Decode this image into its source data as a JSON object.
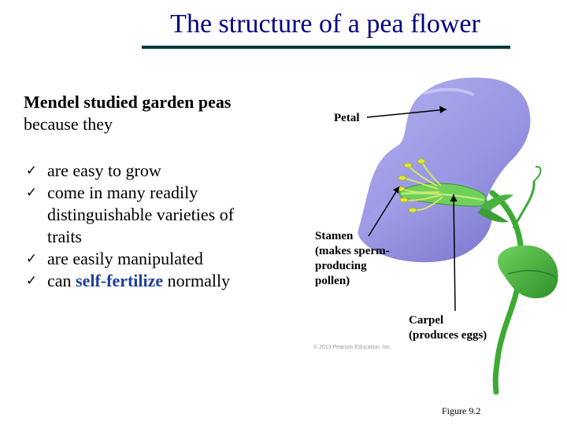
{
  "title": "The structure of a pea flower",
  "intro": {
    "bold": "Mendel studied garden peas",
    "tail": " because they"
  },
  "bullets": [
    {
      "check_icon": "check-icon",
      "text": "are easy to grow"
    },
    {
      "check_icon": "check-icon",
      "text": "come in many readily distinguishable varieties of traits"
    },
    {
      "check_icon": "check-icon",
      "text": "are easily manipulated"
    },
    {
      "check_icon": "check-icon",
      "before": "can ",
      "highlight": "self-fertilize",
      "after": " normally"
    }
  ],
  "labels": {
    "petal": "Petal",
    "stamen": [
      "Stamen",
      "(makes sperm-",
      "producing",
      "pollen)"
    ],
    "carpel": [
      "Carpel",
      "(produces eggs)"
    ]
  },
  "copyright": "© 2013 Pearson Education, Inc.",
  "figure_caption": "Figure 9.2",
  "colors": {
    "title": "#000080",
    "title_rule": "#003838",
    "highlight": "#1f3f99",
    "petal": "#9d9ae6",
    "leaf": "#3daa35"
  }
}
